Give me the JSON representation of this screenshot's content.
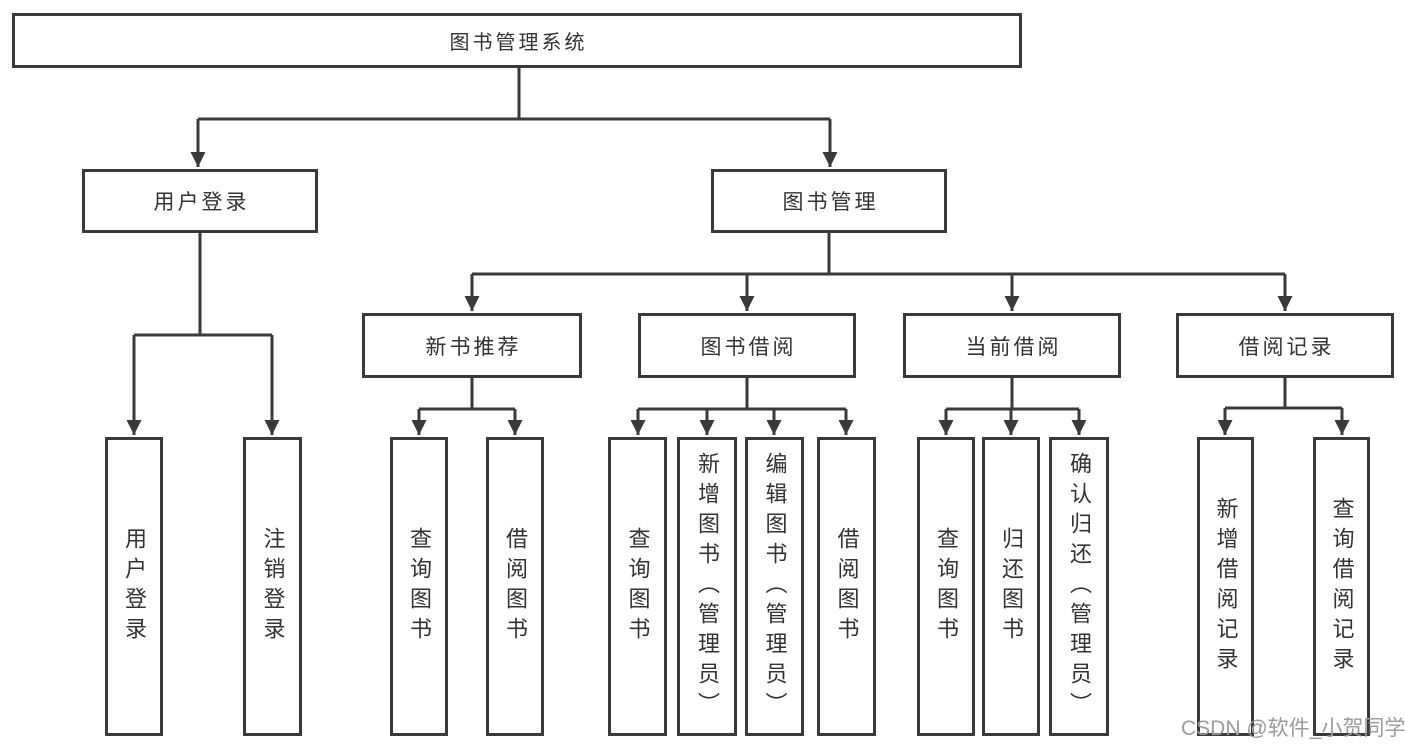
{
  "diagram": {
    "root": {
      "label": "图书管理系统"
    },
    "level2": {
      "user_login": {
        "label": "用户登录"
      },
      "book_management": {
        "label": "图书管理"
      }
    },
    "level3": {
      "new_book_recommendation": {
        "label": "新书推荐"
      },
      "book_borrowing": {
        "label": "图书借阅"
      },
      "current_borrowing": {
        "label": "当前借阅"
      },
      "borrowing_records": {
        "label": "借阅记录"
      }
    },
    "leaves": {
      "user_login": [
        "用户登录",
        "注销登录"
      ],
      "new_book_recommendation": [
        "查询图书",
        "借阅图书"
      ],
      "book_borrowing": [
        "查询图书",
        "新增图书（管理员）",
        "编辑图书（管理员）",
        "借阅图书"
      ],
      "current_borrowing": [
        "查询图书",
        "归还图书",
        "确认归还（管理员）"
      ],
      "borrowing_records": [
        "新增借阅记录",
        "查询借阅记录"
      ]
    }
  },
  "watermark": {
    "text": "CSDN @软件_小贺同学"
  },
  "colors": {
    "line": "#3a3a3a",
    "text": "#333333",
    "watermark": "#9b9b9b",
    "background": "#ffffff"
  }
}
